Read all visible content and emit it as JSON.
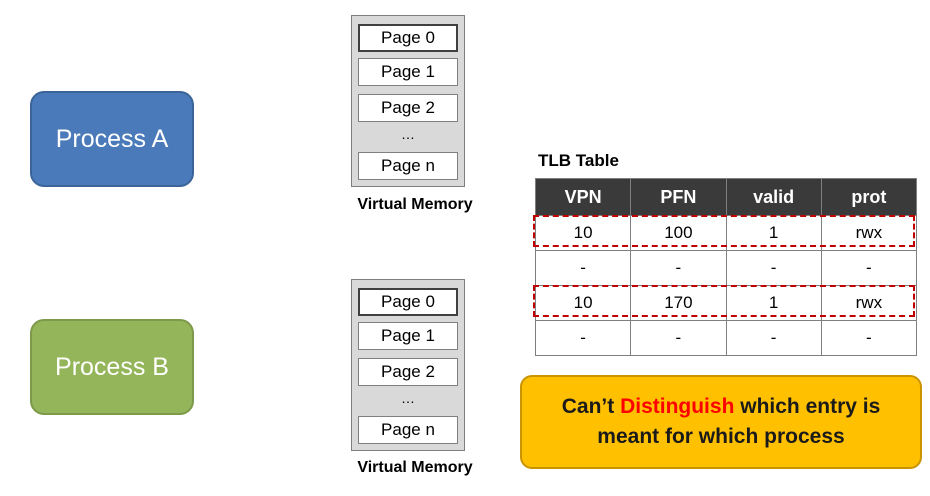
{
  "processes": {
    "a": {
      "label": "Process A",
      "color": "#4a7ab9"
    },
    "b": {
      "label": "Process B",
      "color": "#94b55a"
    }
  },
  "virtual_memory": {
    "label": "Virtual Memory",
    "pages": [
      "Page 0",
      "Page 1",
      "Page 2",
      "Page n"
    ],
    "ellipsis": "…"
  },
  "tlb": {
    "title": "TLB Table",
    "headers": [
      "VPN",
      "PFN",
      "valid",
      "prot"
    ],
    "rows": [
      [
        "10",
        "100",
        "1",
        "rwx"
      ],
      [
        "-",
        "-",
        "-",
        "-"
      ],
      [
        "10",
        "170",
        "1",
        "rwx"
      ],
      [
        "-",
        "-",
        "-",
        "-"
      ]
    ]
  },
  "callout": {
    "line1_prefix": "Can’t ",
    "line1_emphasis": "Distinguish",
    "line1_suffix": " which entry is",
    "line2": "meant for which process",
    "background": "#ffc000",
    "emphasis_color": "#ff0000"
  }
}
